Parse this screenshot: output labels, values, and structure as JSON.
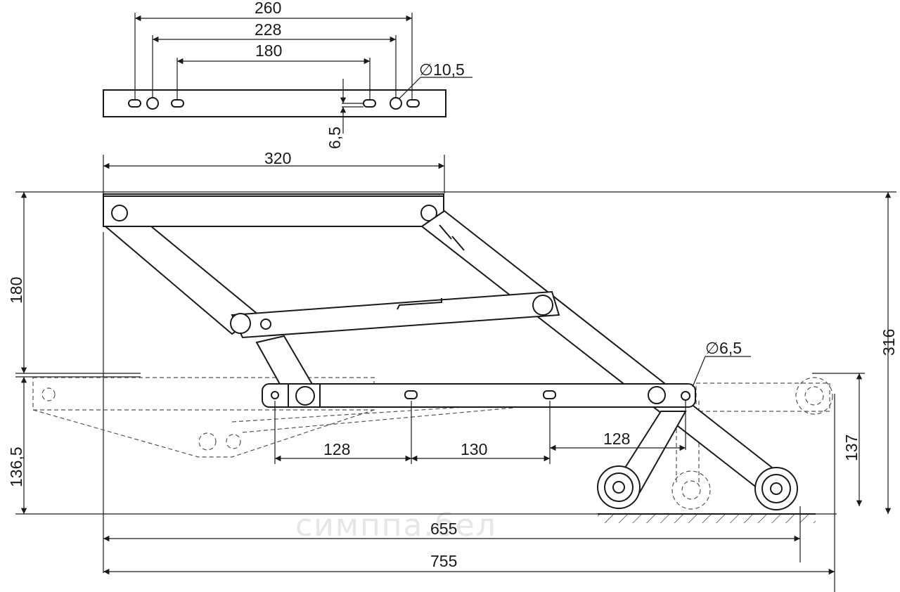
{
  "dimensions": {
    "top_plate_260": "260",
    "top_plate_228": "228",
    "top_plate_180": "180",
    "hole_dia_10_5": "∅10,5",
    "offset_6_5": "6,5",
    "arm_320": "320",
    "height_180": "180",
    "height_316": "316",
    "height_136_5": "136,5",
    "height_137": "137",
    "hole_dia_6_5": "∅6,5",
    "spacing_128_left": "128",
    "spacing_130": "130",
    "spacing_128_right": "128",
    "length_655": "655",
    "length_755": "755"
  },
  "watermark": "симппа.бел"
}
